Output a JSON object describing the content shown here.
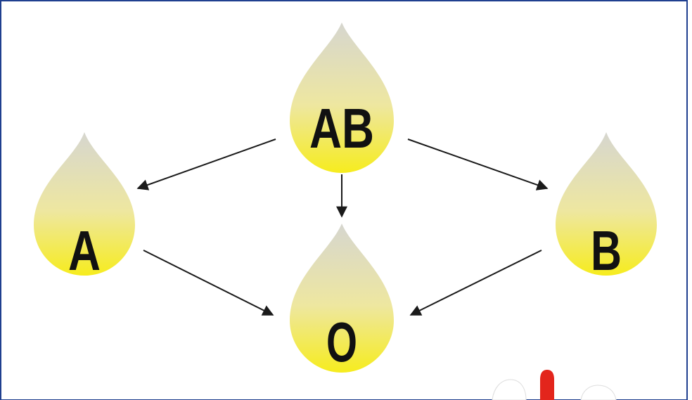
{
  "colors": {
    "frame": "#1f3f8f",
    "drop_top": "#d6d6cf",
    "drop_bottom": "#f6ec1e",
    "arrow": "#1a1a1a",
    "label": "#111111",
    "partial_red": "#e3251c"
  },
  "nodes": {
    "ab": {
      "label": "AB"
    },
    "a": {
      "label": "A"
    },
    "b": {
      "label": "B"
    },
    "o": {
      "label": "O"
    }
  },
  "edges": [
    {
      "from": "AB",
      "to": "A"
    },
    {
      "from": "AB",
      "to": "O"
    },
    {
      "from": "AB",
      "to": "B"
    },
    {
      "from": "A",
      "to": "O"
    },
    {
      "from": "B",
      "to": "O"
    }
  ],
  "decor": {
    "partial_illustration": "blood-drop-graphic-cropped"
  }
}
